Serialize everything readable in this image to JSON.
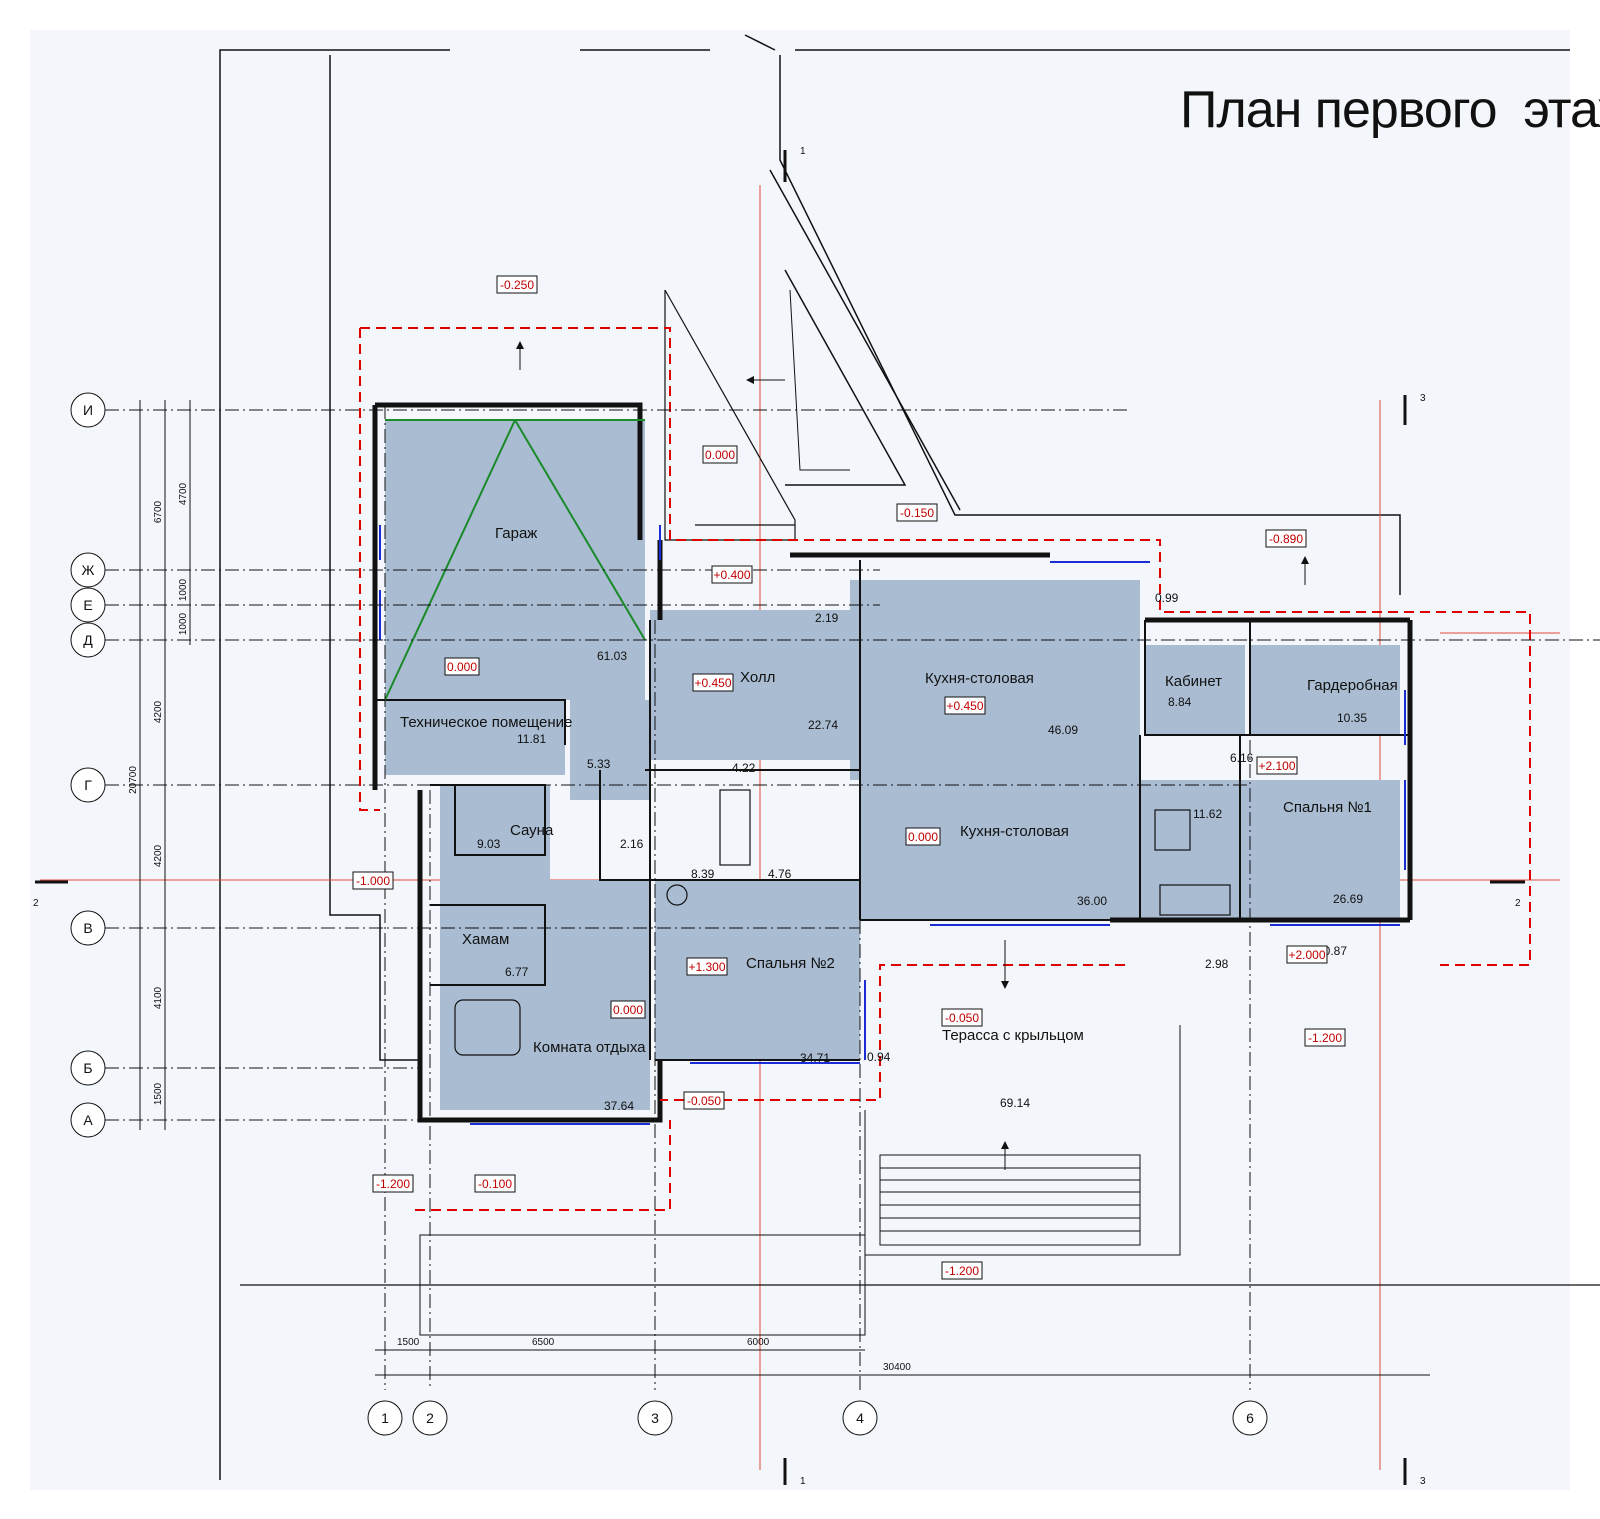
{
  "title": "План первого  этажа",
  "colors": {
    "background": "#f3f6fb",
    "room_fill": "#a9bcd2",
    "wall": "#111111",
    "level_marker": "#d40000",
    "red_dashed_outline": "#e10000",
    "window_line": "#1a2cd4",
    "axis_red": "#e24a3b"
  },
  "axes": {
    "rows": [
      "И",
      "Ж",
      "Е",
      "Д",
      "Г",
      "В",
      "Б",
      "А"
    ],
    "columns": [
      "1",
      "2",
      "3",
      "4",
      "6"
    ]
  },
  "rooms": [
    {
      "name": "Гараж",
      "area": "61.03"
    },
    {
      "name": "Техническое помещение",
      "area": "11.81"
    },
    {
      "name": "Холл",
      "area": "22.74"
    },
    {
      "name": "Кухня-столовая",
      "area": "46.09"
    },
    {
      "name": "Кухня-столовая",
      "area": "36.00"
    },
    {
      "name": "Кабинет",
      "area": "8.84"
    },
    {
      "name": "Гардеробная",
      "area": "10.35"
    },
    {
      "name": "Спальня  №1",
      "area": "26.69"
    },
    {
      "name": "Сауна",
      "area": "9.03"
    },
    {
      "name": "Хамам",
      "area": "6.77"
    },
    {
      "name": "Комната  отдыха",
      "area": "37.64"
    },
    {
      "name": "Спальня  №2",
      "area": "34.71"
    },
    {
      "name": "Терасса  с  крыльцом",
      "area": "69.14"
    }
  ],
  "other_areas": [
    "2.19",
    "0.99",
    "5.33",
    "4.22",
    "2.16",
    "8.39",
    "4.76",
    "6.16",
    "11.62",
    "2.98",
    "10.87",
    "0.94"
  ],
  "levels": [
    "-0.250",
    "0.000",
    "-0.150",
    "+0.400",
    "-0.890",
    "0.000",
    "+0.450",
    "+0.450",
    "+2.100",
    "0.000",
    "-1.000",
    "+1.300",
    "+2.000",
    "0.000",
    "-0.050",
    "-1.200",
    "-0.050",
    "-1.200",
    "-0.100",
    "-1.200"
  ],
  "dimensions": {
    "vertical_total": "20700",
    "vertical_1": [
      "6700",
      "1000",
      "1000",
      "4200",
      "4200",
      "4100",
      "1500"
    ],
    "vertical_2": [
      "4700"
    ],
    "horizontal_1": [
      "1500",
      "6500",
      "6000"
    ],
    "horizontal_total": "30400"
  },
  "section_marks": [
    "1",
    "1",
    "2",
    "2",
    "3",
    "3"
  ]
}
